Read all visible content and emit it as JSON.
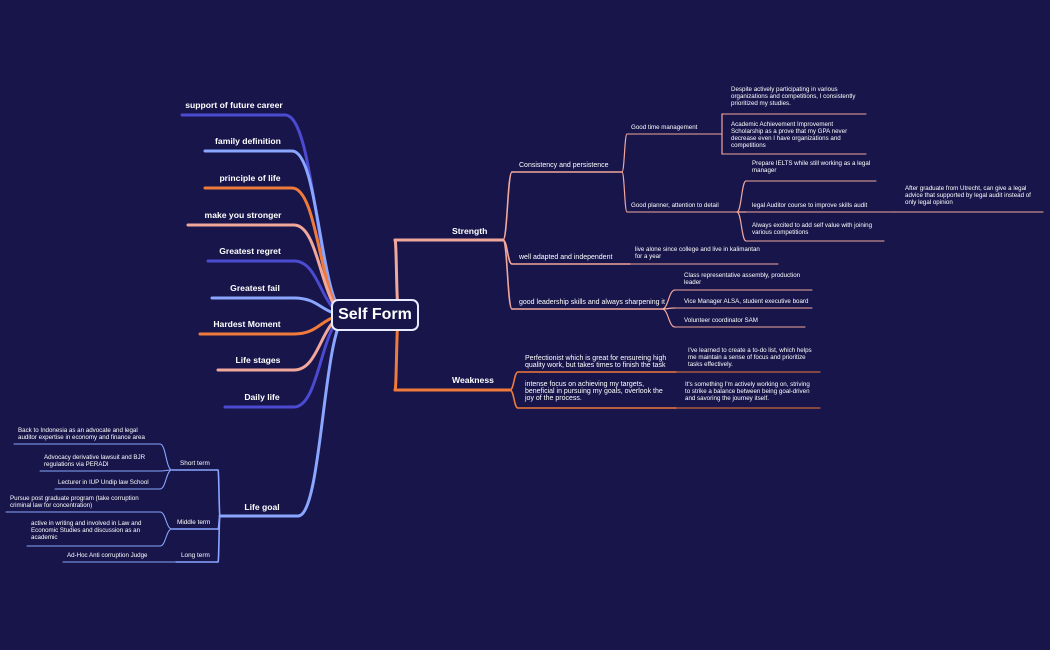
{
  "root": {
    "label": "Self Form"
  },
  "colors": {
    "background": "#17154a",
    "blue_dark": "#4b4ad0",
    "blue_light": "#8aa6ff",
    "orange": "#f07a3c",
    "salmon": "#f2a79c",
    "white": "#ffffff"
  },
  "left_branches": [
    {
      "label": "support of future career",
      "color": "blue_dark"
    },
    {
      "label": "family definition",
      "color": "blue_light"
    },
    {
      "label": "principle of life",
      "color": "orange"
    },
    {
      "label": "make you stronger",
      "color": "salmon"
    },
    {
      "label": "Greatest regret",
      "color": "blue_dark"
    },
    {
      "label": "Greatest fail",
      "color": "blue_light"
    },
    {
      "label": "Hardest Moment",
      "color": "orange"
    },
    {
      "label": "Life stages",
      "color": "salmon"
    },
    {
      "label": "Daily life",
      "color": "blue_dark"
    },
    {
      "label": "Life goal",
      "color": "blue_light"
    }
  ],
  "life_goal": [
    {
      "label": "Short term",
      "items": [
        [
          "Back to Indonesia as an advocate and legal",
          "auditor expertise in economy and finance area"
        ],
        [
          "Advocacy derivative lawsuit and BJR",
          "regulations via PERADI"
        ],
        [
          "Lecturer in IUP Undip law School"
        ]
      ]
    },
    {
      "label": "Middle term",
      "items": [
        [
          "Pursue post graduate program (take corruption",
          "criminal law for concentration)"
        ],
        [
          "active in writing and involved in Law and",
          "Economic Studies and discussion as an",
          "academic"
        ]
      ]
    },
    {
      "label": "Long term",
      "items": [
        [
          "Ad-Hoc Anti corruption Judge"
        ]
      ]
    }
  ],
  "strength": {
    "label": "Strength",
    "children": [
      {
        "label": [
          "Consistency and persistence"
        ],
        "children": [
          {
            "label": [
              "Good time management"
            ],
            "children": [
              {
                "label": [
                  "Despite actively participating in various",
                  "organizations and competitions, I consistently",
                  "prioritized my studies."
                ]
              },
              {
                "label": [
                  "Academic Achievement Improvement",
                  "Scholarship as a prove that my GPA never",
                  "decrease even I have organizations and",
                  "competitions"
                ]
              }
            ]
          },
          {
            "label": [
              "Good planner, attention to detail"
            ],
            "children": [
              {
                "label": [
                  "Prepare IELTS while still working as a legal",
                  "manager"
                ]
              },
              {
                "label": [
                  "legal Auditor course to improve skills audit"
                ],
                "children": [
                  {
                    "label": [
                      "After graduate from Utrecht, can give a legal",
                      "advice that supported by legal audit instead of",
                      "only legal opinion"
                    ]
                  }
                ]
              },
              {
                "label": [
                  "Always excited to add self value with joining",
                  "various competitions"
                ]
              }
            ]
          }
        ]
      },
      {
        "label": [
          "well adapted and independent"
        ],
        "children": [
          {
            "label": [
              "live alone since college and live in kalimantan",
              "for a year"
            ]
          }
        ]
      },
      {
        "label": [
          "good leadership skills and always sharpening it"
        ],
        "children": [
          {
            "label": [
              "Class representative assembly, production",
              "leader"
            ]
          },
          {
            "label": [
              "Vice Manager ALSA, student executive board"
            ]
          },
          {
            "label": [
              "Volunteer coordinator SAM"
            ]
          }
        ]
      }
    ]
  },
  "weakness": {
    "label": "Weakness",
    "children": [
      {
        "label": [
          "Perfectionist which is great for ensureing high",
          "quality work, but takes times to finish the task"
        ],
        "children": [
          {
            "label": [
              "I've learned to create a to-do list, which helps",
              "me maintain a sense of focus and prioritize",
              "tasks effectively."
            ]
          }
        ]
      },
      {
        "label": [
          "intense focus on achieving my targets,",
          "beneficial in pursuing my goals, overlook  the",
          "joy of the process."
        ],
        "children": [
          {
            "label": [
              "It's something I'm actively working on, striving",
              "to strike a balance between being goal-driven",
              "and savoring the journey itself."
            ]
          }
        ]
      }
    ]
  }
}
